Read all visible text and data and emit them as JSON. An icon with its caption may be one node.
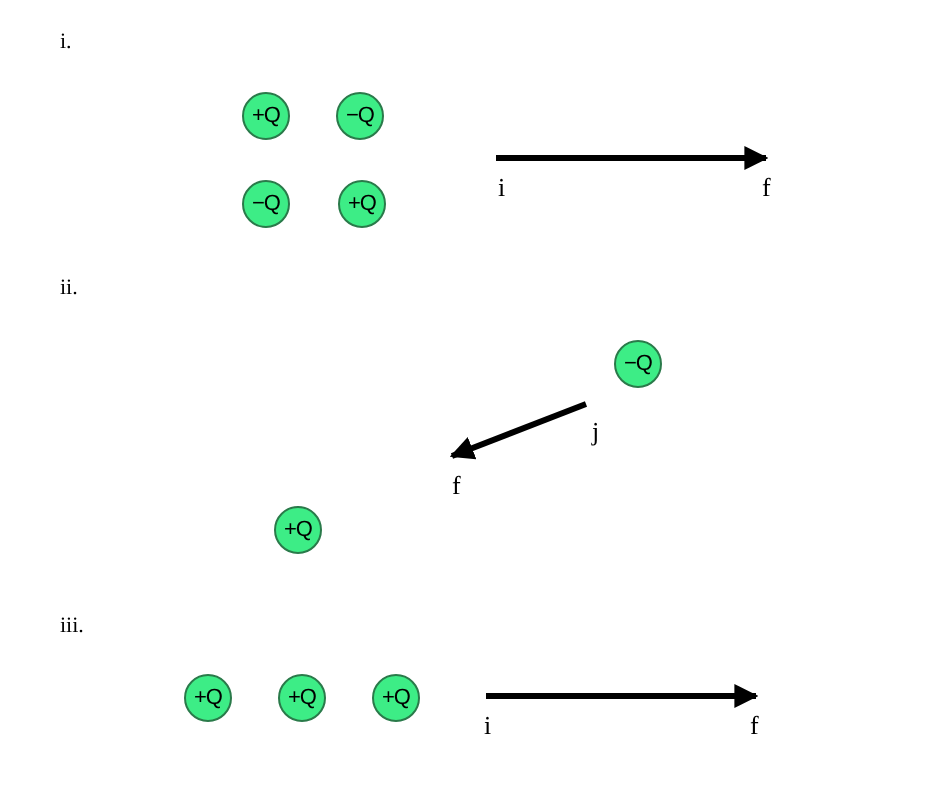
{
  "diagram": {
    "nodes": [
      {
        "text": [
          "+Q"
        ]
      },
      {
        "text": [
          "−Q"
        ]
      },
      {
        "text": [
          "−Q"
        ]
      },
      {
        "text": [
          "+Q"
        ]
      },
      {
        "text": [
          "−Q"
        ]
      },
      {
        "text": [
          "+Q"
        ]
      },
      {
        "text": [
          "+Q"
        ]
      },
      {
        "text": [
          "+Q"
        ]
      },
      {
        "text": [
          "+Q"
        ]
      }
    ],
    "labels": [
      "i.",
      "i",
      "f",
      "ii.",
      "j",
      "f",
      "iii.",
      "i",
      "f"
    ]
  }
}
